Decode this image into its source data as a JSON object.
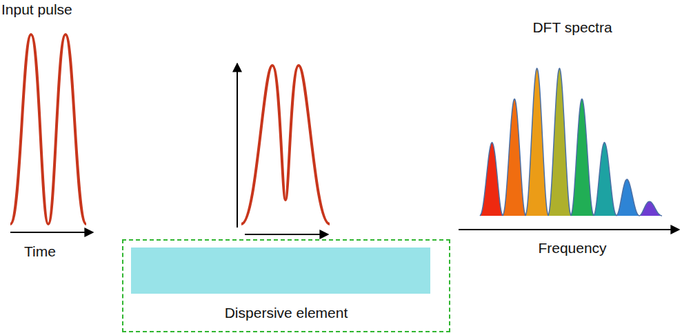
{
  "diagram": {
    "nodes": [
      {
        "text": [
          "Dispersive element"
        ]
      }
    ],
    "edges": [],
    "labels": [
      "Input pulse",
      "Time",
      "DFT spectra",
      "Frequency"
    ]
  }
}
